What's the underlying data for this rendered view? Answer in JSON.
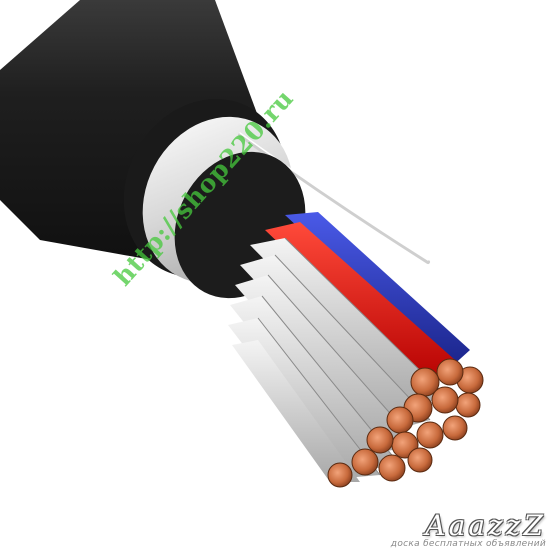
{
  "image": {
    "subject": "multi-core shielded cable cross-section",
    "colors": {
      "outer_jacket": "#222222",
      "shield_foil": "#e8e8e8",
      "inner_jacket": "#1c1c1c",
      "core_red": "#e01010",
      "core_blue": "#2336c8",
      "core_white": "#dedede",
      "copper": "#c86a3c",
      "watermark_green": "#46c83c"
    }
  },
  "watermark": {
    "url": "http://shop220.ru"
  },
  "brand": {
    "logo": "AaazzZ",
    "tagline": "доска бесплатных объявлений"
  }
}
